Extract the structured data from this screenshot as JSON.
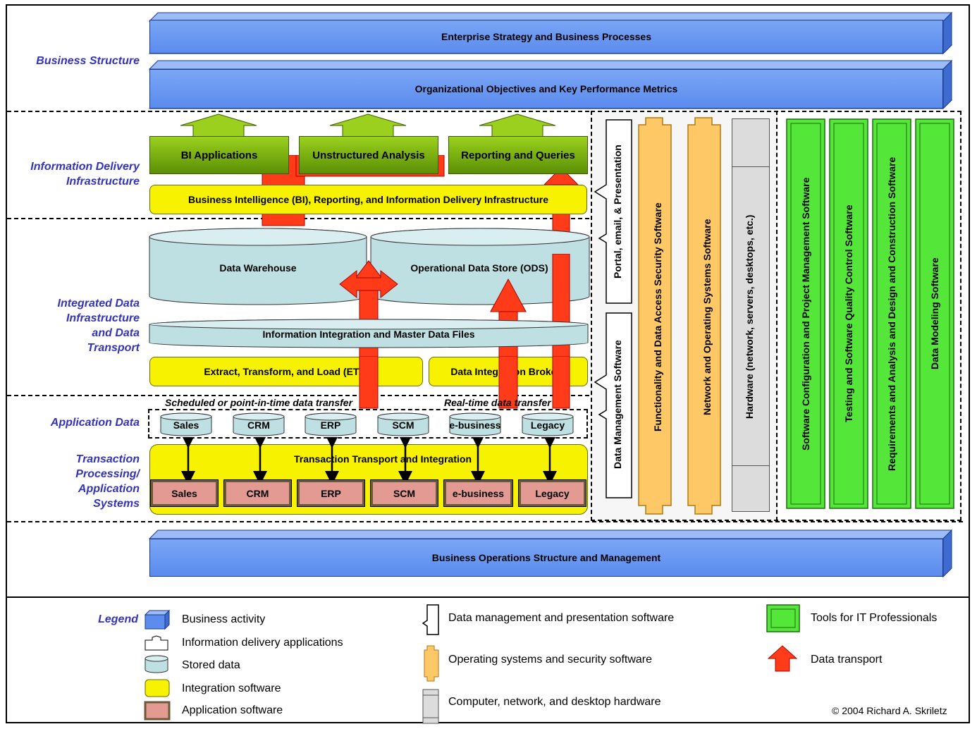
{
  "side_labels": {
    "business_structure": "Business Structure",
    "information_delivery": [
      "Information Delivery",
      "Infrastructure"
    ],
    "integrated_data": [
      "Integrated Data",
      "Infrastructure",
      "and Data",
      "Transport"
    ],
    "application_data": "Application Data",
    "transaction": [
      "Transaction",
      "Processing/",
      "Application",
      "Systems"
    ]
  },
  "business_layers": {
    "top1": "Enterprise Strategy and Business Processes",
    "top2": "Organizational Objectives and Key Performance Metrics",
    "bottom": "Business Operations Structure and Management"
  },
  "delivery_apps": [
    "BI Applications",
    "Unstructured Analysis",
    "Reporting and Queries"
  ],
  "bi_infrastructure": "Business Intelligence (BI), Reporting, and Information Delivery Infrastructure",
  "stores": {
    "warehouse": "Data Warehouse",
    "ods": "Operational Data Store (ODS)",
    "master": "Information Integration and Master Data Files"
  },
  "integration": {
    "etl": "Extract, Transform, and Load (ETL)",
    "brokers": "Data Integration Brokers"
  },
  "transfer_labels": {
    "scheduled": "Scheduled or point-in-time data transfer",
    "realtime": "Real-time data transfer"
  },
  "app_data": [
    "Sales",
    "CRM",
    "ERP",
    "SCM",
    "e-business",
    "Legacy"
  ],
  "transaction_transport": "Transaction  Transport  and  Integration",
  "app_systems": [
    "Sales",
    "CRM",
    "ERP",
    "SCM",
    "e-business",
    "Legacy"
  ],
  "vertical_software": {
    "portal": "Portal, email, & Presentation",
    "data_mgmt": "Data Management Software",
    "security": "Functionality and Data Access Security Software",
    "network": "Network and Operating Systems Software",
    "hardware": "Hardware (network, servers, desktops, etc.)"
  },
  "tools": [
    "Software Configuration and Project  Management Software",
    "Testing and Software Quality Control Software",
    "Requirements and Analysis and Design and Construction Software",
    "Data Modeling Software"
  ],
  "legend": {
    "title": "Legend",
    "business_activity": "Business activity",
    "info_delivery_apps": "Information delivery applications",
    "stored_data": "Stored data",
    "integration_software": "Integration software",
    "application_software": "Application software",
    "data_mgmt_presentation": "Data management and presentation software",
    "os_security": "Operating systems and security software",
    "hardware": "Computer, network, and desktop hardware",
    "tools_it": "Tools for IT Professionals",
    "data_transport": "Data transport"
  },
  "copyright": "© 2004 Richard A. Skriletz",
  "colors": {
    "business": "#5b8cee",
    "delivery": "#7ab012",
    "stored": "#bfe0e3",
    "integration": "#f7f200",
    "application": "#e29a92",
    "os_security": "#fdc865",
    "hardware": "#dcdcdc",
    "tools": "#55e63a",
    "transport": "#ff3b1a"
  }
}
